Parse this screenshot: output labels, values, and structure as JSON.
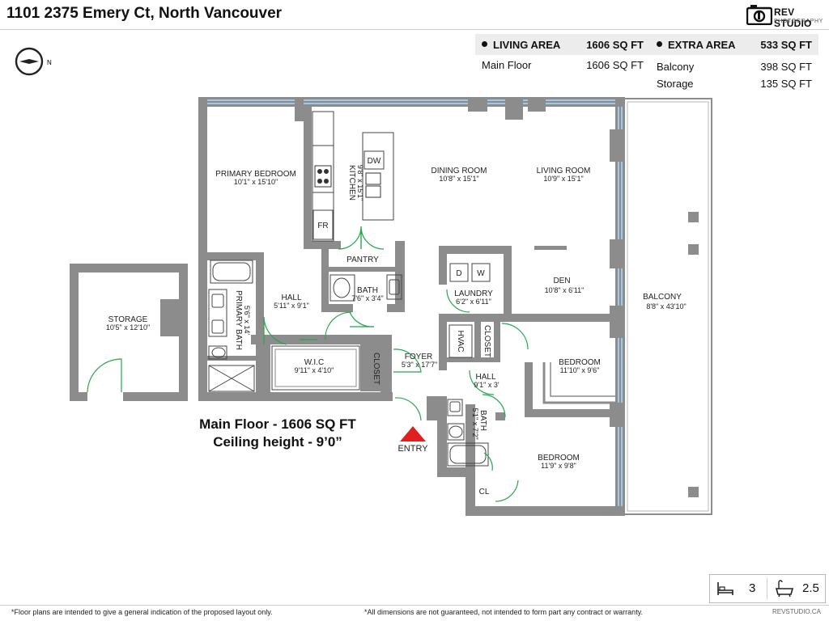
{
  "header": {
    "title": "1101 2375 Emery Ct, North Vancouver",
    "logo_line1": "REV STUDIO",
    "logo_line2": "PHOTOGRAPHY",
    "compass_letter": "N"
  },
  "living_area": {
    "label": "LIVING AREA",
    "total": "1606 SQ FT",
    "rows": [
      {
        "label": "Main Floor",
        "value": "1606 SQ FT"
      }
    ]
  },
  "extra_area": {
    "label": "EXTRA AREA",
    "total": "533 SQ FT",
    "rows": [
      {
        "label": "Balcony",
        "value": "398 SQ FT"
      },
      {
        "label": "Storage",
        "value": "135 SQ FT"
      }
    ]
  },
  "rooms": {
    "primary_bedroom": {
      "name": "PRIMARY BEDROOM",
      "dims": "10'1\" x 15'10\""
    },
    "kitchen": {
      "name": "KITCHEN",
      "dims": "9'8\" x 15'1\""
    },
    "dining_room": {
      "name": "DINING ROOM",
      "dims": "10'8\" x 15'1\""
    },
    "living_room": {
      "name": "LIVING ROOM",
      "dims": "10'9\" x 15'1\""
    },
    "pantry": {
      "name": "PANTRY"
    },
    "bath_main": {
      "name": "BATH",
      "dims": "7'6\" x 3'4\""
    },
    "laundry": {
      "name": "LAUNDRY",
      "dims": "6'2\" x 6'11\""
    },
    "den": {
      "name": "DEN",
      "dims": "10'8\" x 6'11\""
    },
    "hall_main": {
      "name": "HALL",
      "dims": "5'11\" x 9'1\""
    },
    "primary_bath": {
      "name": "PRIMARY BATH",
      "dims": "5'6\" x 14'"
    },
    "storage": {
      "name": "STORAGE",
      "dims": "10'5\" x 12'10\""
    },
    "balcony": {
      "name": "BALCONY",
      "dims": "8'8\" x 43'10\""
    },
    "wic": {
      "name": "W.I.C",
      "dims": "9'11\" x 4'10\""
    },
    "closet_foyer": {
      "name": "CLOSET"
    },
    "foyer": {
      "name": "FOYER",
      "dims": "5'3\" x 17'7\""
    },
    "hvac": {
      "name": "HVAC"
    },
    "closet_hall": {
      "name": "CLOSET"
    },
    "bedroom_1": {
      "name": "BEDROOM",
      "dims": "11'10\" x 9'6\""
    },
    "hall_2": {
      "name": "HALL",
      "dims": "9'1\" x 3'"
    },
    "bath_2": {
      "name": "BATH",
      "dims": "5'1\" x 7'2\""
    },
    "bedroom_2": {
      "name": "BEDROOM",
      "dims": "11'9\" x 9'8\""
    },
    "entry": {
      "name": "ENTRY"
    }
  },
  "fixtures": {
    "dishwasher": "DW",
    "fridge": "FR",
    "dryer": "D",
    "washer": "W",
    "closet_small": "CL"
  },
  "floor_summary": {
    "line1": "Main Floor - 1606 SQ FT",
    "line2": "Ceiling height - 9’0”"
  },
  "counts": {
    "bedrooms": "3",
    "bathrooms": "2.5"
  },
  "footer": {
    "left": "*Floor plans are intended to give a general indication of the proposed layout only.",
    "center": "*All dimensions are not guaranteed, not intended to form part any contract or warranty.",
    "right": "REVSTUDIO.CA"
  },
  "colors": {
    "wall": "#8c8c8c",
    "window": "#9fc9e6",
    "door": "#22a84a",
    "entry_arrow": "#e02020"
  }
}
